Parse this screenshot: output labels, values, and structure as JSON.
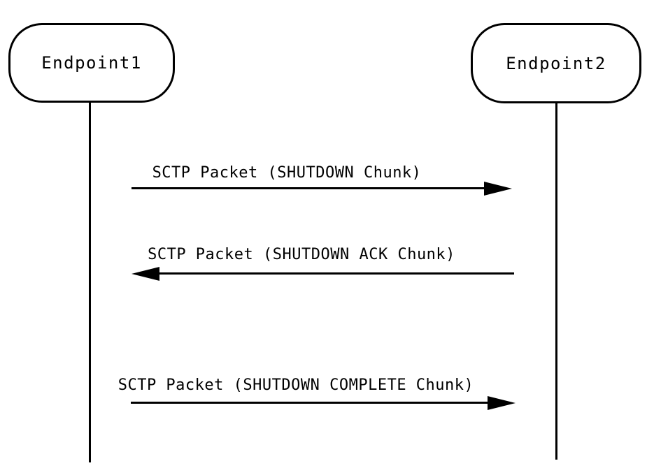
{
  "diagram": {
    "type": "sequence-diagram",
    "colors": {
      "stroke": "#000000",
      "background": "#ffffff"
    },
    "actors": [
      {
        "id": "endpoint1",
        "label": "Endpoint1"
      },
      {
        "id": "endpoint2",
        "label": "Endpoint2"
      }
    ],
    "messages": [
      {
        "label": "SCTP Packet (SHUTDOWN Chunk)",
        "from": "endpoint1",
        "to": "endpoint2",
        "direction": "right"
      },
      {
        "label": "SCTP Packet (SHUTDOWN ACK Chunk)",
        "from": "endpoint2",
        "to": "endpoint1",
        "direction": "left"
      },
      {
        "label": "SCTP Packet (SHUTDOWN COMPLETE Chunk)",
        "from": "endpoint1",
        "to": "endpoint2",
        "direction": "right"
      }
    ]
  }
}
